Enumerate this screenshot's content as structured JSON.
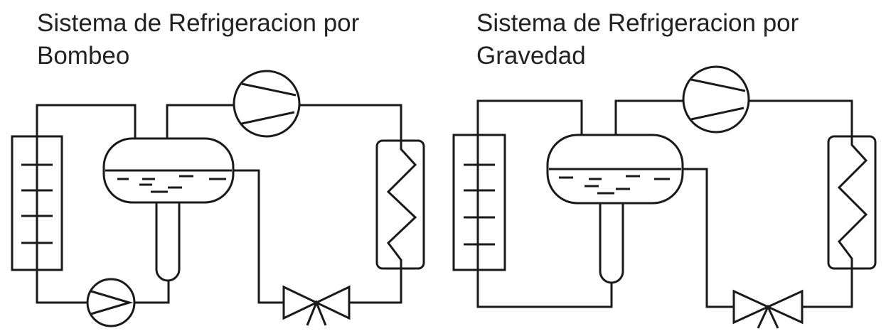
{
  "diagrams": [
    {
      "title_line1": "Sistema de Refrigeracion por",
      "title_line2": "Bombeo"
    },
    {
      "title_line1": "Sistema de Refrigeracion por",
      "title_line2": "Gravedad"
    }
  ],
  "colors": {
    "stroke": "#1a1a1a",
    "background": "#ffffff",
    "text": "#222222"
  }
}
